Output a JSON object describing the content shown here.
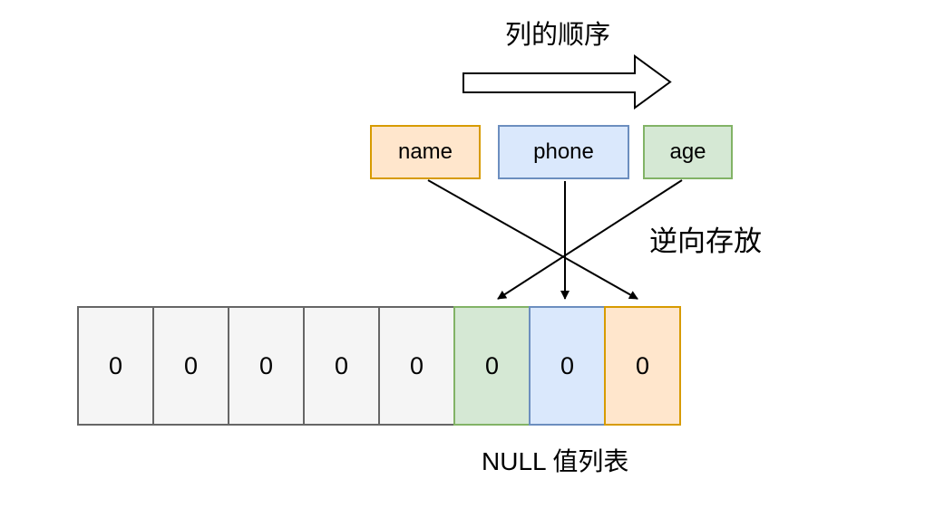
{
  "title": "列的顺序",
  "labels": {
    "reverse": "逆向存放",
    "null_list": "NULL 值列表"
  },
  "columns": [
    {
      "label": "name",
      "fill": "#ffe6cc",
      "stroke": "#d79b00"
    },
    {
      "label": "phone",
      "fill": "#dae8fc",
      "stroke": "#6c8ebf"
    },
    {
      "label": "age",
      "fill": "#d5e8d4",
      "stroke": "#82b366"
    }
  ],
  "cells": [
    {
      "value": "0",
      "column": ""
    },
    {
      "value": "0",
      "column": ""
    },
    {
      "value": "0",
      "column": ""
    },
    {
      "value": "0",
      "column": ""
    },
    {
      "value": "0",
      "column": ""
    },
    {
      "value": "0",
      "column": "age"
    },
    {
      "value": "0",
      "column": "phone"
    },
    {
      "value": "0",
      "column": "name"
    }
  ],
  "mappings": [
    {
      "from": "name",
      "to_cell_index": 7
    },
    {
      "from": "phone",
      "to_cell_index": 6
    },
    {
      "from": "age",
      "to_cell_index": 5
    }
  ],
  "colors": {
    "empty_cell_fill": "#f5f5f5",
    "empty_cell_stroke": "#666666",
    "arrow": "#000000",
    "background": "#ffffff"
  }
}
